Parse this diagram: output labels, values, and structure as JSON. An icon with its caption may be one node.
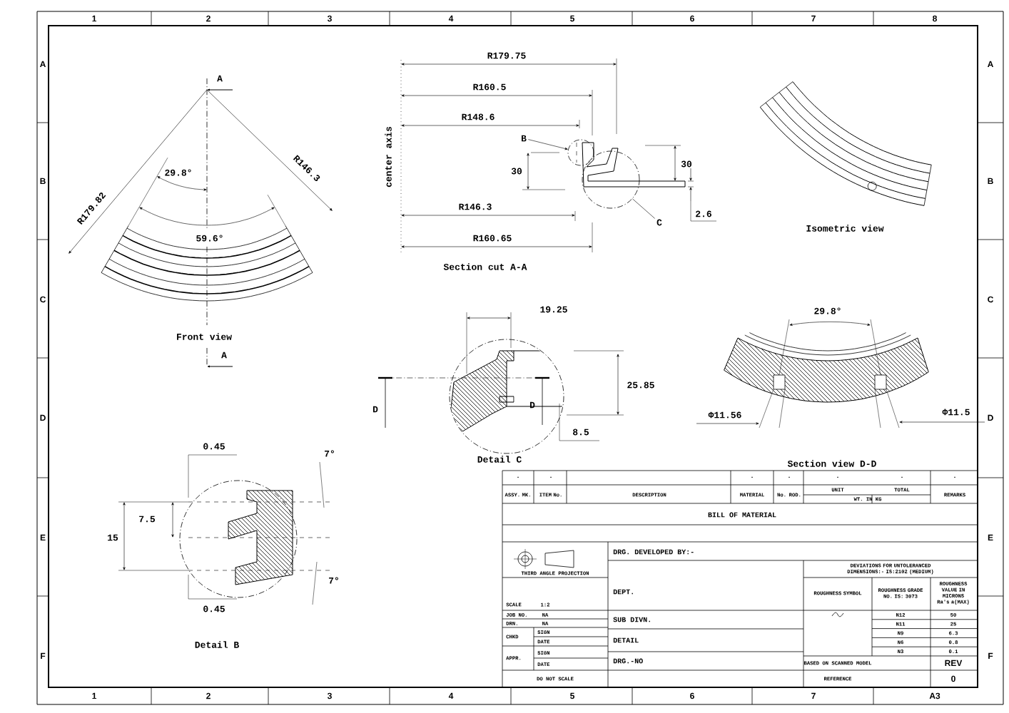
{
  "diagram": {
    "nodes": [
      {
        "text": [
          "B"
        ]
      },
      {
        "text": [],
        "shape": "circle"
      },
      {
        "text": [
          "C"
        ]
      },
      {
        "text": [],
        "shape": "circle"
      }
    ],
    "edges": [
      {
        "from": 0,
        "to": 1,
        "arrow": "to"
      },
      {
        "from": 2,
        "to": 3,
        "arrow": "none"
      }
    ],
    "labels": [
      "1",
      "2",
      "3",
      "4",
      "5",
      "6",
      "7",
      "8",
      "A",
      "B",
      "C",
      "D",
      "E",
      "F",
      "A",
      "B",
      "C",
      "D",
      "E",
      "F",
      "A",
      "29.8°",
      "R146.3",
      "R179.82",
      "59.6°",
      "Front view",
      "A",
      "R179.75",
      "R160.5",
      "R148.6",
      "center axis",
      "30",
      "R146.3",
      "R160.65",
      "30",
      "2.6",
      "Section cut A-A",
      "Isometric view",
      "19.25",
      "25.85",
      "D",
      "D",
      "8.5",
      "Detail C",
      "29.8°",
      "Φ11.56",
      "Φ11.5",
      "Section view D-D",
      "0.45",
      "7°",
      "7.5",
      "15",
      "7°",
      "0.45",
      "Detail B",
      "-",
      "-",
      "-",
      "-",
      "-",
      "-",
      "-",
      "ASSY. MK.",
      "ITEM No.",
      "DESCRIPTION",
      "MATERIAL",
      "No. ROD.",
      "UNIT",
      "TOTAL",
      "WT. IN KG",
      "REMARKS",
      "BILL OF MATERIAL",
      "THIRD ANGLE PROJECTION",
      "DRG. DEVELOPED BY:-",
      "DEVIATIONS FOR UNTOLERANCED DIMENSIONS:- IS:2102 (MEDIUM)",
      "DEPT.",
      "ROUGHNESS SYMBOL",
      "ROUGHNESS GRADE NO. IS: 3073",
      "ROUGHNESS VALUE IN MICRONS Ra's a(MAX)",
      "SCALE",
      "1:2",
      "JOB NO.",
      "NA",
      "DRN.",
      "NA",
      "SUB DIVN.",
      "N12",
      "50",
      "N11",
      "25",
      "CHKD",
      "SIGN",
      "DATE",
      "DETAIL",
      "N9",
      "6.3",
      "N6",
      "0.8",
      "N3",
      "0.1",
      "APPR.",
      "SIGN",
      "DATE",
      "DRG.-NO",
      "BASED ON SCANNED MODEL",
      "REV",
      "0",
      "DO NOT SCALE",
      "REFERENCE",
      "1",
      "2",
      "3",
      "4",
      "5",
      "6",
      "7",
      "A3"
    ]
  }
}
